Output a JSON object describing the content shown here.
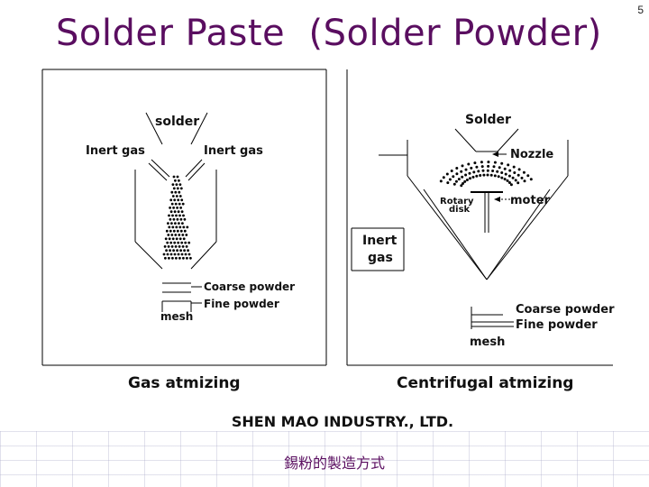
{
  "slide": {
    "title": "Solder Paste  (Solder Powder)",
    "number": "5",
    "company": "SHEN MAO INDUSTRY., LTD.",
    "subtitle": "錫粉的製造方式"
  },
  "left_diagram": {
    "label_solder": "solder",
    "label_inert_gas_left": "Inert gas",
    "label_inert_gas_right": "Inert gas",
    "label_coarse": "Coarse powder",
    "label_fine": "Fine powder",
    "label_mesh": "mesh",
    "caption": "Gas atmizing"
  },
  "right_diagram": {
    "label_solder": "Solder",
    "label_nozzle": "Nozzle",
    "label_rotary": "Rotary",
    "label_disk": "disk",
    "label_moter": "moter",
    "label_inert_line1": "Inert",
    "label_inert_line2": "gas",
    "label_coarse": "Coarse powder",
    "label_fine": "Fine powder",
    "label_mesh": "mesh",
    "caption": "Centrifugal atmizing"
  },
  "colors": {
    "title": "#5a0e60",
    "subtitle": "#5a0e60",
    "text": "#111111"
  }
}
